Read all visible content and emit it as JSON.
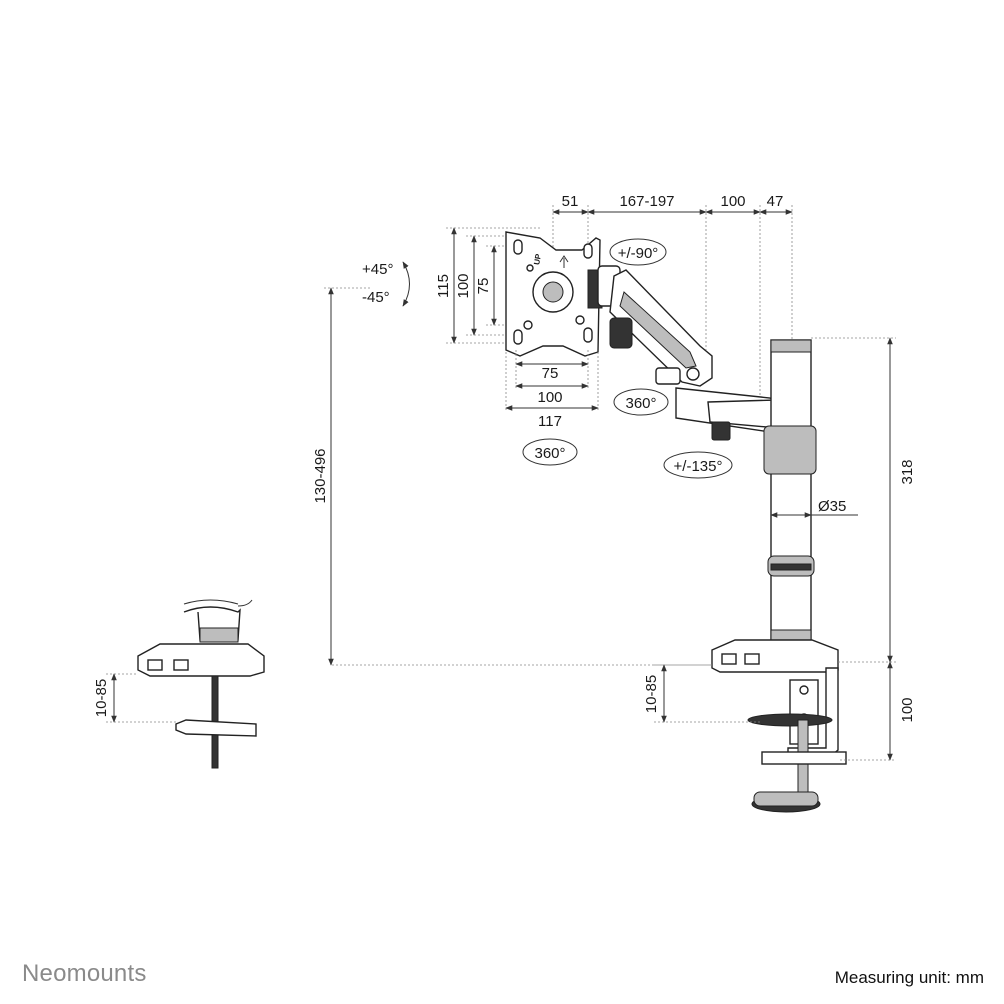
{
  "dimensions": {
    "d51": "51",
    "d167_197": "167-197",
    "d100_top": "100",
    "d47": "47",
    "d115": "115",
    "d100_vert": "100",
    "d75_vert": "75",
    "d75_horiz": "75",
    "d100_horiz": "100",
    "d117": "117",
    "d130_496": "130-496",
    "d318": "318",
    "d100_right": "100",
    "d35": "Ø35",
    "d10_85_left": "10-85",
    "d10_85_mid": "10-85"
  },
  "rotations": {
    "tilt_up": "+45°",
    "tilt_down": "-45°",
    "swivel_90": "+/-90°",
    "rotate_360_head": "360°",
    "rotate_360_plate": "360°",
    "swivel_135": "+/-135°"
  },
  "vesa_label": "UP",
  "brand": "Neomounts",
  "measuring_unit": "Measuring unit: mm"
}
